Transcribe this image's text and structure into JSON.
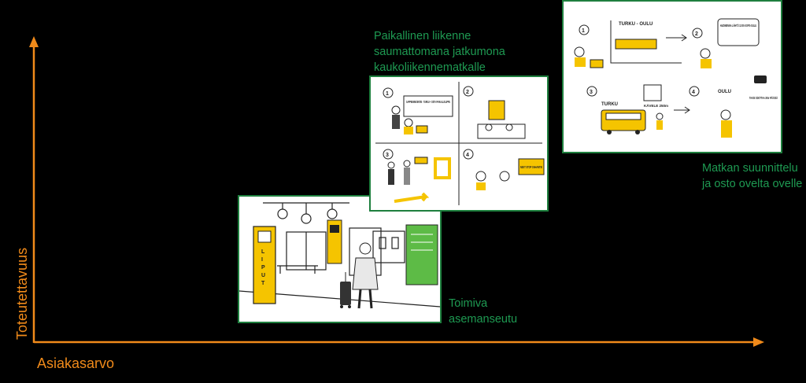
{
  "axes": {
    "x_label": "Asiakasarvo",
    "y_label": "Toteutettavuus",
    "color": "#F08A1A"
  },
  "captions": {
    "local_traffic": "Paikallinen liikenne\nsaumattomana jatkumona\nkaukoliikennematkalle",
    "station_area": "Toimiva\nasemanseutu",
    "trip_planning": "Matkan suunnittelu\nja osto ovelta ovelle",
    "color": "#1E9A52"
  },
  "sketches": {
    "station": {
      "sign_lines": [
        "L",
        "I",
        "P",
        "U",
        "T"
      ],
      "icon": "bus-sign-icon"
    },
    "local": {
      "step_numbers": [
        "1",
        "2",
        "3",
        "4"
      ],
      "screen_text": "SAPPEENMÄENTIE - TURKU + OSTA PAIKALLISLIPPU",
      "sign_text": "NEXT STOP SAHANTIE"
    },
    "trip": {
      "step_numbers": [
        "1",
        "2",
        "3",
        "4"
      ],
      "route": "TURKU - OULU",
      "bubble_text": "HUOMENNA LÄHTÖ 13:05 KOPS-OULU",
      "bus_label": "TURKU",
      "walk_text": "KÄVELE 250m",
      "city": "OULU",
      "taxi_text": "TAKSI ODOTTAA 30m PÄÄSSÄ"
    }
  },
  "colors": {
    "background": "#000000",
    "card_border": "#1E7F3E",
    "accent_yellow": "#F5C400"
  }
}
